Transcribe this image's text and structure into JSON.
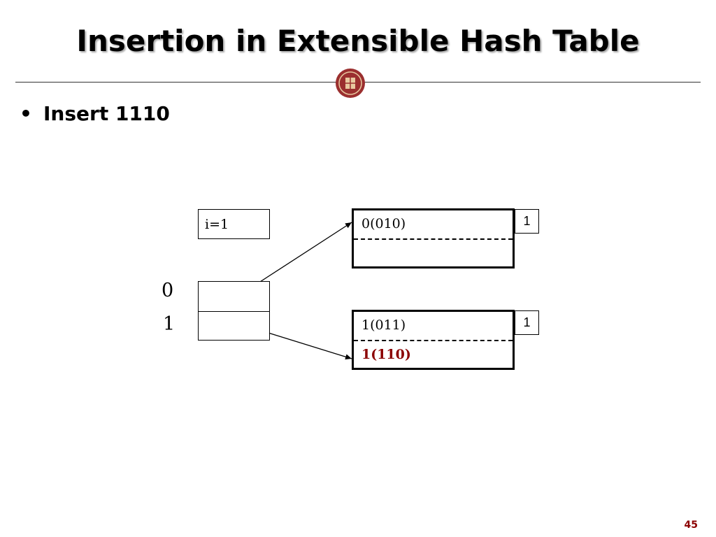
{
  "slide": {
    "title": "Insertion in Extensible Hash Table",
    "bullet": "Insert 1110",
    "bullet_marker": "•",
    "page_number": "45",
    "seal_icon": "university-seal-icon",
    "seal_color": "#9b2f2f"
  },
  "diagram": {
    "global_depth": "i=1",
    "directory": [
      {
        "label": "0",
        "points_to": "bucket-0"
      },
      {
        "label": "1",
        "points_to": "bucket-1"
      }
    ],
    "buckets": [
      {
        "id": "bucket-0",
        "entries": [
          "0(010)",
          ""
        ],
        "local_depth": "1"
      },
      {
        "id": "bucket-1",
        "entries": [
          "1(011)",
          "1(110)"
        ],
        "local_depth": "1",
        "new_entry_color": "#8b0000"
      }
    ]
  }
}
